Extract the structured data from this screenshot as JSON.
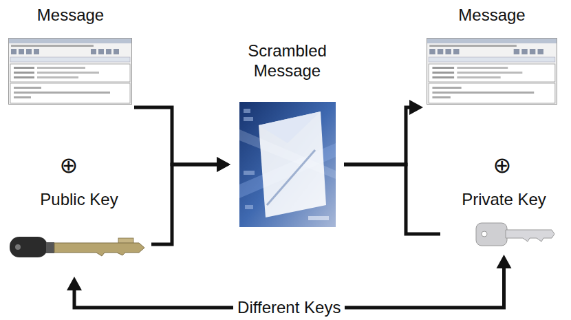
{
  "diagram": {
    "nodes": [
      {
        "text": [
          "Message"
        ]
      },
      {
        "text": [
          "Public Key"
        ]
      },
      {
        "text": [
          "Scrambled Message"
        ]
      },
      {
        "text": [
          "Message"
        ]
      },
      {
        "text": [
          "Private Key"
        ]
      }
    ],
    "edges": [
      {
        "from": 0,
        "to": 2,
        "arrow": "to"
      },
      {
        "from": 1,
        "to": 2,
        "arrow": "to"
      },
      {
        "from": 2,
        "to": 3,
        "arrow": "to"
      },
      {
        "from": 2,
        "to": 4,
        "arrow": "none"
      },
      {
        "from": 1,
        "to": 4,
        "label": "Different Keys",
        "arrow": "both"
      }
    ],
    "labels": [
      "⊕",
      "⊕"
    ]
  }
}
